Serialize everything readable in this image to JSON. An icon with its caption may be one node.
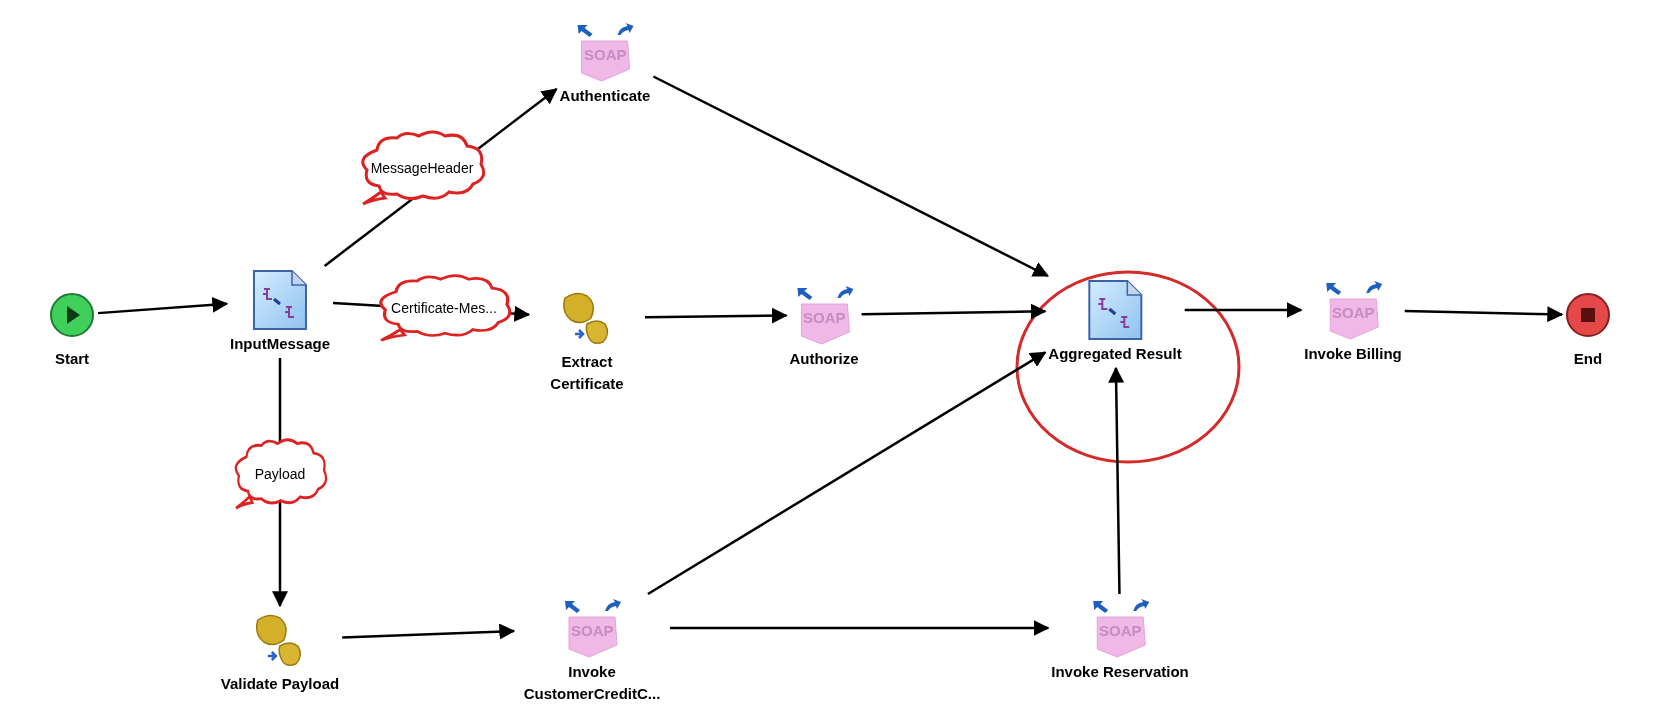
{
  "diagram": {
    "nodes": [
      {
        "text": [
          "Start"
        ]
      },
      {
        "text": [
          "InputMessage"
        ]
      },
      {
        "text": [
          "SOAP",
          "Authenticate"
        ]
      },
      {
        "text": [
          "Extract Certificate"
        ]
      },
      {
        "text": [
          "SOAP",
          "Authorize"
        ]
      },
      {
        "text": [
          "Aggregated Result"
        ]
      },
      {
        "text": [
          "SOAP",
          "Invoke Billing"
        ]
      },
      {
        "text": [
          "End"
        ]
      },
      {
        "text": [
          "Validate Payload"
        ]
      },
      {
        "text": [
          "SOAP",
          "Invoke CustomerCreditC..."
        ]
      },
      {
        "text": [
          "SOAP",
          "Invoke Reservation"
        ]
      }
    ],
    "edges": [
      {
        "from": 0,
        "to": 1,
        "arrow": "to"
      },
      {
        "from": 1,
        "to": 2,
        "arrow": "to",
        "label": "MessageHeader"
      },
      {
        "from": 1,
        "to": 3,
        "arrow": "to",
        "label": "Certificate-Mes..."
      },
      {
        "from": 1,
        "to": 8,
        "arrow": "to",
        "label": "Payload"
      },
      {
        "from": 2,
        "to": 5,
        "arrow": "to"
      },
      {
        "from": 3,
        "to": 4,
        "arrow": "to"
      },
      {
        "from": 4,
        "to": 5,
        "arrow": "to"
      },
      {
        "from": 5,
        "to": 6,
        "arrow": "to"
      },
      {
        "from": 6,
        "to": 7,
        "arrow": "to"
      },
      {
        "from": 8,
        "to": 9,
        "arrow": "to"
      },
      {
        "from": 9,
        "to": 5,
        "arrow": "to"
      },
      {
        "from": 9,
        "to": 10,
        "arrow": "to"
      },
      {
        "from": 10,
        "to": 5,
        "arrow": "to"
      }
    ]
  }
}
